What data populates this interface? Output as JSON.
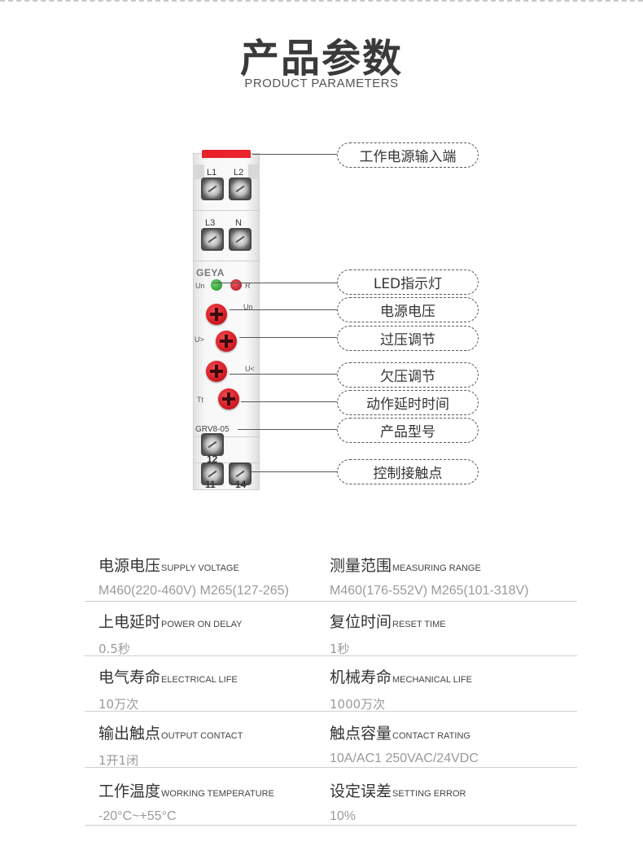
{
  "header": {
    "title": "产品参数",
    "subtitle": "PRODUCT PARAMETERS"
  },
  "device": {
    "terminals_top": [
      "L1",
      "L2"
    ],
    "terminals_mid": [
      "L3",
      "N"
    ],
    "brand": "GEYA",
    "led_labels": [
      "Un",
      "R"
    ],
    "un_label": "Un",
    "overvoltage_label": "U>",
    "undervoltage_label": "U<",
    "delay_label": "Tt",
    "model": "GRV8-05",
    "contacts": [
      "12",
      "11",
      "14"
    ]
  },
  "callouts": [
    {
      "id": "power-input",
      "label": "工作电源输入端"
    },
    {
      "id": "led",
      "label": "LED指示灯"
    },
    {
      "id": "supply-voltage",
      "label": "电源电压"
    },
    {
      "id": "overvoltage",
      "label": "过压调节"
    },
    {
      "id": "undervoltage",
      "label": "欠压调节"
    },
    {
      "id": "delay",
      "label": "动作延时时间"
    },
    {
      "id": "model",
      "label": "产品型号"
    },
    {
      "id": "contact",
      "label": "控制接触点"
    }
  ],
  "specs": [
    {
      "cn": "电源电压",
      "en": "SUPPLY VOLTAGE",
      "value": "M460(220-460V)  M265(127-265)"
    },
    {
      "cn": "测量范围",
      "en": "MEASURING RANGE",
      "value": "M460(176-552V)   M265(101-318V)"
    },
    {
      "cn": "上电延时",
      "en": "POWER ON DELAY",
      "value": "0.5秒"
    },
    {
      "cn": "复位时间",
      "en": "RESET TIME",
      "value": "1秒"
    },
    {
      "cn": "电气寿命",
      "en": "ELECTRICAL LIFE",
      "value": "10万次"
    },
    {
      "cn": "机械寿命",
      "en": "MECHANICAL LIFE",
      "value": "1000万次"
    },
    {
      "cn": "输出触点",
      "en": "OUTPUT CONTACT",
      "value": "1开1闭"
    },
    {
      "cn": "触点容量",
      "en": "CONTACT RATING",
      "value": "10A/AC1  250VAC/24VDC"
    },
    {
      "cn": "工作温度",
      "en": "WORKING TEMPERATURE",
      "value": "-20°C~+55°C"
    },
    {
      "cn": "设定误差",
      "en": "SETTING ERROR",
      "value": "10%"
    }
  ]
}
